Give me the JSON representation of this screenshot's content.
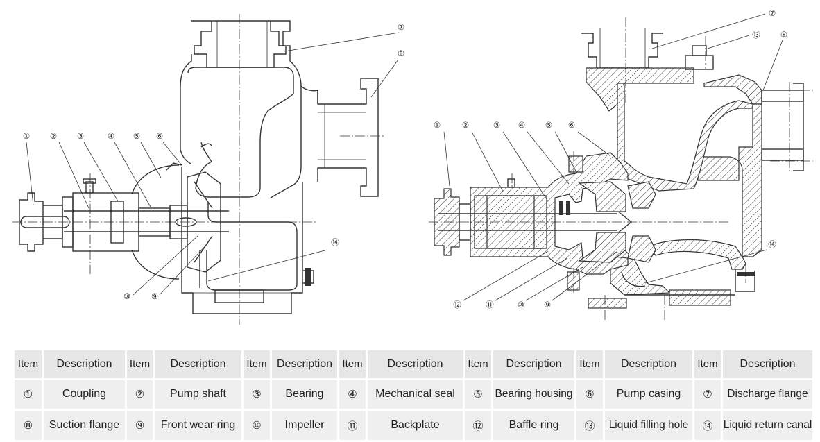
{
  "callouts": {
    "n1": "①",
    "n2": "②",
    "n3": "③",
    "n4": "④",
    "n5": "⑤",
    "n6": "⑥",
    "n7": "⑦",
    "n8": "⑧",
    "n9": "⑨",
    "n10": "⑩",
    "n11": "⑪",
    "n12": "⑫",
    "n13": "⑬",
    "n14": "⑭"
  },
  "table": {
    "item_header": "Item",
    "desc_header": "Description",
    "rows": [
      [
        {
          "num": "①",
          "desc": "Coupling"
        },
        {
          "num": "②",
          "desc": "Pump shaft"
        },
        {
          "num": "③",
          "desc": "Bearing"
        },
        {
          "num": "④",
          "desc": "Mechanical seal"
        },
        {
          "num": "⑤",
          "desc": "Bearing housing"
        },
        {
          "num": "⑥",
          "desc": "Pump casing"
        },
        {
          "num": "⑦",
          "desc": "Discharge flange"
        }
      ],
      [
        {
          "num": "⑧",
          "desc": "Suction flange"
        },
        {
          "num": "⑨",
          "desc": "Front wear ring"
        },
        {
          "num": "⑩",
          "desc": "Impeller"
        },
        {
          "num": "⑪",
          "desc": "Backplate"
        },
        {
          "num": "⑫",
          "desc": "Baffle ring"
        },
        {
          "num": "⑬",
          "desc": "Liquid filling hole"
        },
        {
          "num": "⑭",
          "desc": "Liquid return canal"
        }
      ]
    ]
  }
}
